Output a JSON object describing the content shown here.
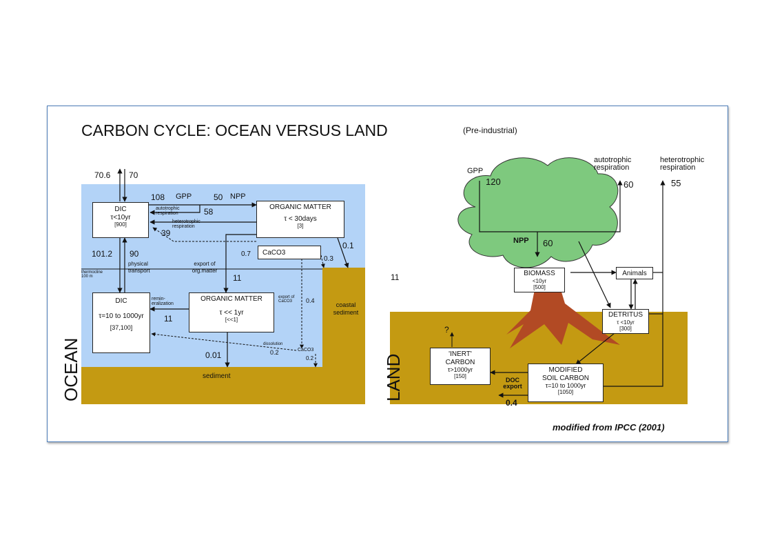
{
  "title": "CARBON CYCLE: OCEAN VERSUS LAND",
  "subtitle": "(Pre-industrial)",
  "credit": "modified from IPCC (2001)",
  "colors": {
    "ocean": "#b3d3f7",
    "sediment": "#c49a12",
    "soil": "#c49a12",
    "canopy": "#7ec97e",
    "trunk": "#b24a24",
    "frame": "#4a7bb7"
  },
  "ocean": {
    "panel_label": "OCEAN",
    "flux_out": "70.6",
    "flux_in": "70",
    "gpp_value": "108",
    "gpp_label": "GPP",
    "npp_value": "50",
    "npp_label": "NPP",
    "auto_resp_value": "58",
    "auto_resp_label": "autotrophic respiration",
    "hetero_resp_value": "39",
    "hetero_resp_label": "heterotrophic respiration",
    "dic_surface": {
      "name": "DIC",
      "tau": "τ<10yr",
      "pool": "[900]"
    },
    "om_surface": {
      "name": "ORGANIC MATTER",
      "tau": "τ < 30days",
      "pool": "[3]"
    },
    "caco3_box": "CaCO3",
    "caco3_flux": "0.7",
    "coastal_flux_1": "0.1",
    "coastal_flux_2": "0.3",
    "down_mix": "101.2",
    "up_mix": "90",
    "physical_transport": "physical transport",
    "thermocline": "thermocline 100 m",
    "export_label": "export of org.matter",
    "export_value": "11",
    "dic_deep": {
      "name": "DIC",
      "tau": "τ=10 to 1000yr",
      "pool": "[37,100]"
    },
    "om_deep": {
      "name": "ORGANIC MATTER",
      "tau": "τ << 1yr",
      "pool": "[<<1]"
    },
    "remin_label": "remin- eralization",
    "remin_value": "11",
    "export_caco3_label": "export of CaCO3",
    "export_caco3_value": "0.4",
    "dissolution_label": "dissolution",
    "dissolution_value": "0.2",
    "caco3_sed": "CaCO3",
    "caco3_sed_value": "0.2",
    "om_sed_value": "0.01",
    "sediment_label": "sediment",
    "coastal_label": "coastal sediment",
    "transfer_value": "11"
  },
  "land": {
    "panel_label": "LAND",
    "gpp_label": "GPP",
    "gpp_value": "120",
    "auto_resp_label": "autotrophic respiration",
    "auto_resp_value": "60",
    "hetero_resp_label": "heterotrophic respiration",
    "hetero_resp_value": "55",
    "npp_label": "NPP",
    "npp_value": "60",
    "biomass": {
      "name": "BIOMASS",
      "tau": "<10yr",
      "pool": "[500]"
    },
    "animals": "Animals",
    "detritus": {
      "name": "DETRITUS",
      "tau": "τ <10yr",
      "pool": "[300]"
    },
    "inert": {
      "name1": "'INERT'",
      "name2": "CARBON",
      "tau": "τ>1000yr",
      "pool": "[150]"
    },
    "modified": {
      "name1": "MODIFIED",
      "name2": "SOIL CARBON",
      "tau": "τ=10 to 1000yr",
      "pool": "[1050]"
    },
    "question": "?",
    "doc_label": "DOC export",
    "doc_value": "0.4"
  }
}
